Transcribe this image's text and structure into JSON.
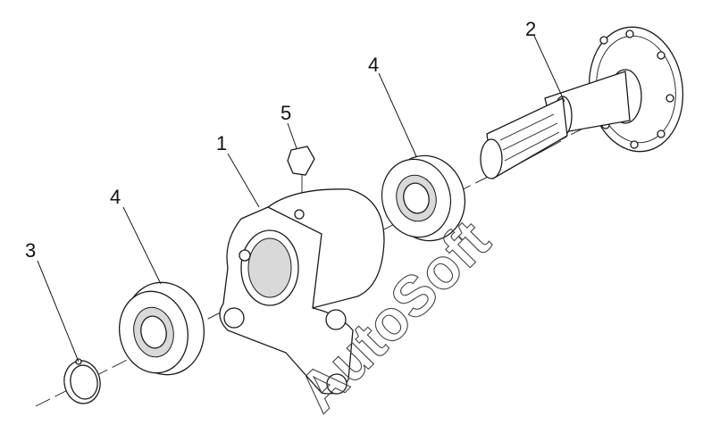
{
  "callouts": [
    {
      "id": "housing",
      "label": "1"
    },
    {
      "id": "flanged-shaft",
      "label": "2"
    },
    {
      "id": "retaining-ring",
      "label": "3"
    },
    {
      "id": "bearing-left",
      "label": "4"
    },
    {
      "id": "bearing-right",
      "label": "4"
    },
    {
      "id": "breather-plug",
      "label": "5"
    }
  ],
  "watermark": {
    "text": "AutoSoft"
  }
}
